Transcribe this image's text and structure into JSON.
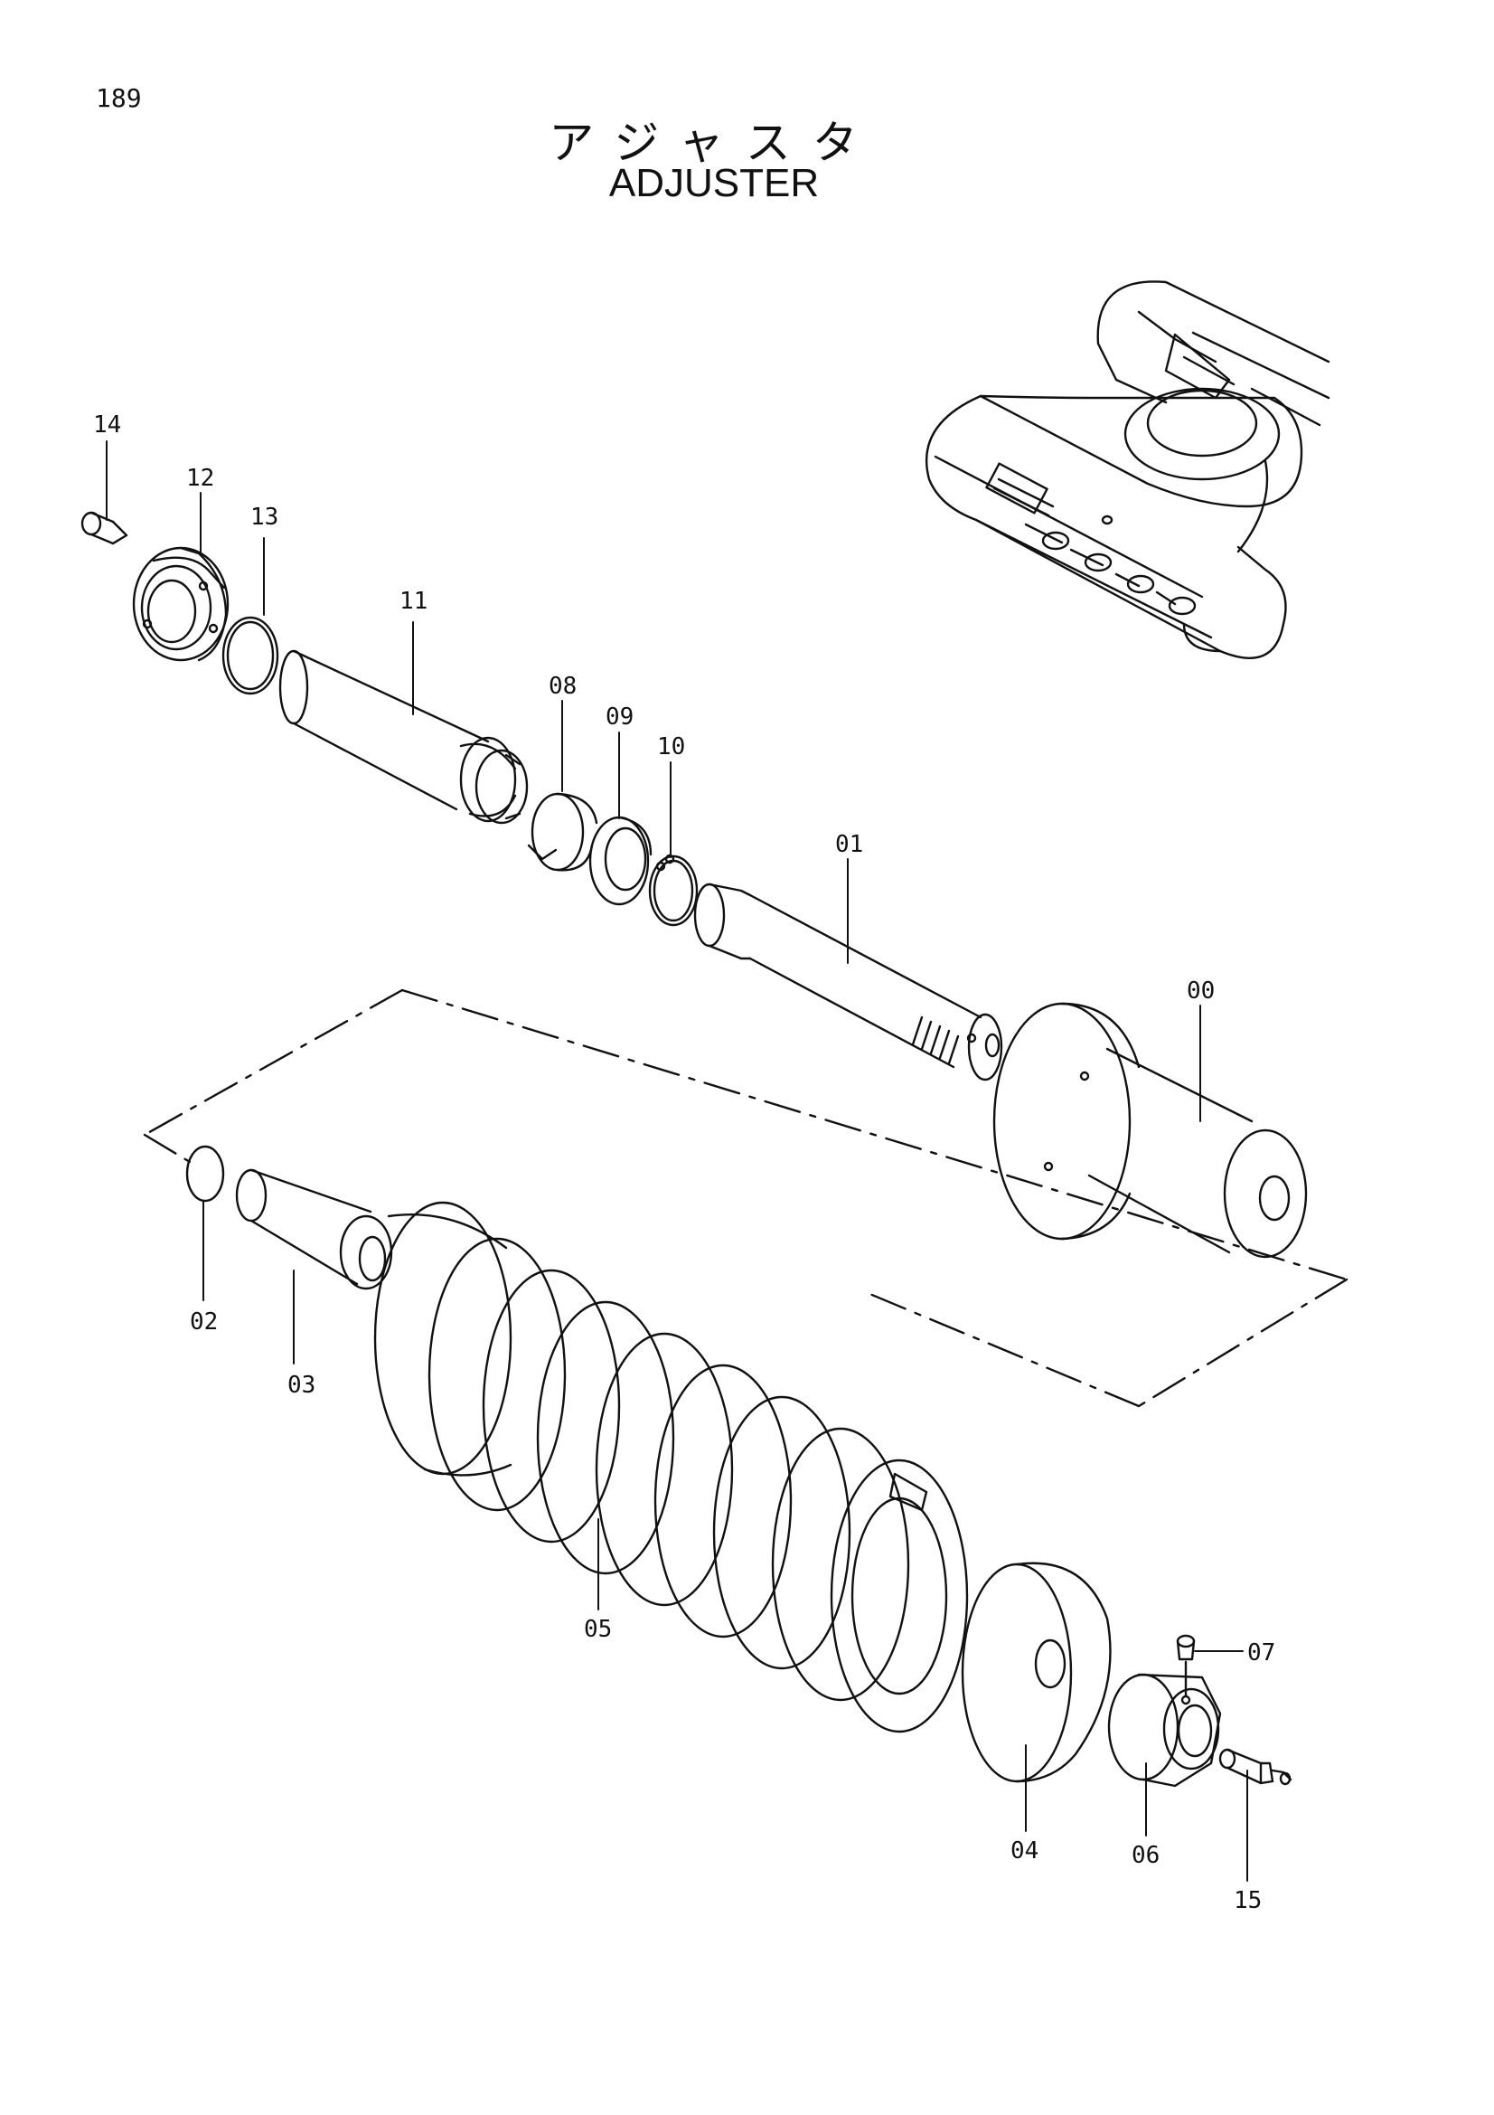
{
  "page_number": "189",
  "title_jp": "アジャスタ",
  "title_en": "ADJUSTER",
  "callouts": [
    {
      "id": "c14",
      "label": "14"
    },
    {
      "id": "c12",
      "label": "12"
    },
    {
      "id": "c13",
      "label": "13"
    },
    {
      "id": "c11",
      "label": "11"
    },
    {
      "id": "c08",
      "label": "08"
    },
    {
      "id": "c09",
      "label": "09"
    },
    {
      "id": "c10",
      "label": "10"
    },
    {
      "id": "c01",
      "label": "01"
    },
    {
      "id": "c00",
      "label": "00"
    },
    {
      "id": "c02",
      "label": "02"
    },
    {
      "id": "c03",
      "label": "03"
    },
    {
      "id": "c05",
      "label": "05"
    },
    {
      "id": "c07",
      "label": "07"
    },
    {
      "id": "c04",
      "label": "04"
    },
    {
      "id": "c06",
      "label": "06"
    },
    {
      "id": "c15",
      "label": "15"
    }
  ]
}
